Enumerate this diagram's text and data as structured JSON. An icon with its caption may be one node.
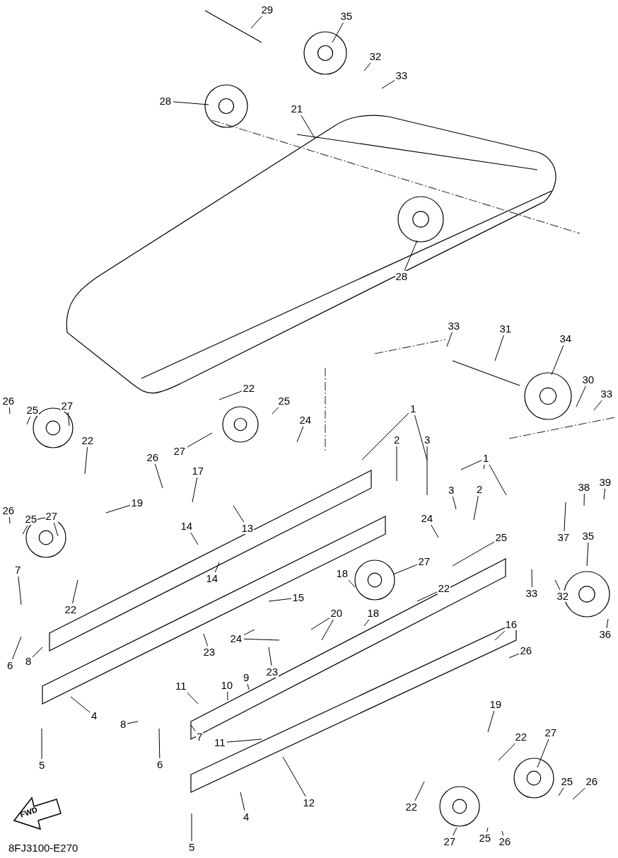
{
  "diagram": {
    "nodes": [
      {
        "text": [
          "29"
        ]
      },
      {
        "text": [
          "35"
        ]
      },
      {
        "text": [
          "32"
        ]
      },
      {
        "text": [
          "33"
        ]
      },
      {
        "text": [
          "28"
        ]
      },
      {
        "text": [
          "21"
        ]
      },
      {
        "text": [
          "28"
        ]
      },
      {
        "text": [
          "33"
        ]
      },
      {
        "text": [
          "31"
        ]
      },
      {
        "text": [
          "34"
        ]
      },
      {
        "text": [
          "30"
        ]
      },
      {
        "text": [
          "33"
        ]
      },
      {
        "text": [
          "26"
        ]
      },
      {
        "text": [
          "25"
        ]
      },
      {
        "text": [
          "27"
        ]
      },
      {
        "text": [
          "22"
        ]
      },
      {
        "text": [
          "25"
        ]
      },
      {
        "text": [
          "24"
        ]
      },
      {
        "text": [
          "1"
        ]
      },
      {
        "text": [
          "2"
        ]
      },
      {
        "text": [
          "3"
        ]
      },
      {
        "text": [
          "1"
        ]
      },
      {
        "text": [
          "22"
        ]
      },
      {
        "text": [
          "27"
        ]
      },
      {
        "text": [
          "26"
        ]
      },
      {
        "text": [
          "17"
        ]
      },
      {
        "text": [
          "3"
        ]
      },
      {
        "text": [
          "2"
        ]
      },
      {
        "text": [
          "38"
        ]
      },
      {
        "text": [
          "39"
        ]
      },
      {
        "text": [
          "26"
        ]
      },
      {
        "text": [
          "25"
        ]
      },
      {
        "text": [
          "27"
        ]
      },
      {
        "text": [
          "19"
        ]
      },
      {
        "text": [
          "14"
        ]
      },
      {
        "text": [
          "13"
        ]
      },
      {
        "text": [
          "24"
        ]
      },
      {
        "text": [
          "25"
        ]
      },
      {
        "text": [
          "37"
        ]
      },
      {
        "text": [
          "35"
        ]
      },
      {
        "text": [
          "27"
        ]
      },
      {
        "text": [
          "7"
        ]
      },
      {
        "text": [
          "14"
        ]
      },
      {
        "text": [
          "18"
        ]
      },
      {
        "text": [
          "15"
        ]
      },
      {
        "text": [
          "22"
        ]
      },
      {
        "text": [
          "33"
        ]
      },
      {
        "text": [
          "32"
        ]
      },
      {
        "text": [
          "22"
        ]
      },
      {
        "text": [
          "20"
        ]
      },
      {
        "text": [
          "36"
        ]
      },
      {
        "text": [
          "24"
        ]
      },
      {
        "text": [
          "23"
        ]
      },
      {
        "text": [
          "18"
        ]
      },
      {
        "text": [
          "16"
        ]
      },
      {
        "text": [
          "26"
        ]
      },
      {
        "text": [
          "6"
        ]
      },
      {
        "text": [
          "8"
        ]
      },
      {
        "text": [
          "23"
        ]
      },
      {
        "text": [
          "11"
        ]
      },
      {
        "text": [
          "10"
        ]
      },
      {
        "text": [
          "9"
        ]
      },
      {
        "text": [
          "19"
        ]
      },
      {
        "text": [
          "4"
        ]
      },
      {
        "text": [
          "8"
        ]
      },
      {
        "text": [
          "22"
        ]
      },
      {
        "text": [
          "27"
        ]
      },
      {
        "text": [
          "6"
        ]
      },
      {
        "text": [
          "7"
        ]
      },
      {
        "text": [
          "11"
        ]
      },
      {
        "text": [
          "5"
        ]
      },
      {
        "text": [
          "25"
        ]
      },
      {
        "text": [
          "26"
        ]
      },
      {
        "text": [
          "12"
        ]
      },
      {
        "text": [
          "22"
        ]
      },
      {
        "text": [
          "4"
        ]
      },
      {
        "text": [
          "27"
        ]
      },
      {
        "text": [
          "25"
        ]
      },
      {
        "text": [
          "26"
        ]
      },
      {
        "text": [
          "5"
        ]
      }
    ],
    "edges": [
      {
        "from": 0,
        "to": null,
        "arrow": "none"
      },
      {
        "from": 1,
        "to": null,
        "arrow": "none"
      },
      {
        "from": 2,
        "to": null,
        "arrow": "none"
      },
      {
        "from": 3,
        "to": null,
        "arrow": "none"
      },
      {
        "from": 4,
        "to": null,
        "arrow": "none"
      },
      {
        "from": 5,
        "to": null,
        "arrow": "none"
      },
      {
        "from": 6,
        "to": null,
        "arrow": "none"
      },
      {
        "from": 7,
        "to": null,
        "arrow": "none"
      },
      {
        "from": 8,
        "to": null,
        "arrow": "none"
      },
      {
        "from": 9,
        "to": null,
        "arrow": "none"
      },
      {
        "from": 10,
        "to": null,
        "arrow": "none"
      },
      {
        "from": 11,
        "to": null,
        "arrow": "none"
      },
      {
        "from": 12,
        "to": null,
        "arrow": "none"
      },
      {
        "from": 13,
        "to": null,
        "arrow": "none"
      },
      {
        "from": 14,
        "to": null,
        "arrow": "none"
      },
      {
        "from": 15,
        "to": null,
        "arrow": "none"
      },
      {
        "from": 16,
        "to": null,
        "arrow": "none"
      },
      {
        "from": 17,
        "to": null,
        "arrow": "none"
      },
      {
        "from": 18,
        "to": null,
        "arrow": "none"
      },
      {
        "from": 18,
        "to": null,
        "arrow": "none"
      },
      {
        "from": 19,
        "to": null,
        "arrow": "none"
      },
      {
        "from": 20,
        "to": null,
        "arrow": "none"
      },
      {
        "from": 21,
        "to": null,
        "arrow": "none"
      },
      {
        "from": 21,
        "to": null,
        "arrow": "none"
      },
      {
        "from": 21,
        "to": null,
        "arrow": "none"
      },
      {
        "from": 22,
        "to": null,
        "arrow": "none"
      },
      {
        "from": 23,
        "to": null,
        "arrow": "none"
      },
      {
        "from": 24,
        "to": null,
        "arrow": "none"
      },
      {
        "from": 25,
        "to": null,
        "arrow": "none"
      },
      {
        "from": 26,
        "to": null,
        "arrow": "none"
      },
      {
        "from": 27,
        "to": null,
        "arrow": "none"
      },
      {
        "from": 28,
        "to": null,
        "arrow": "none"
      },
      {
        "from": 29,
        "to": null,
        "arrow": "none"
      },
      {
        "from": 30,
        "to": null,
        "arrow": "none"
      },
      {
        "from": 31,
        "to": null,
        "arrow": "none"
      },
      {
        "from": 32,
        "to": null,
        "arrow": "none"
      },
      {
        "from": 33,
        "to": null,
        "arrow": "none"
      },
      {
        "from": 34,
        "to": null,
        "arrow": "none"
      },
      {
        "from": 35,
        "to": null,
        "arrow": "none"
      },
      {
        "from": 36,
        "to": null,
        "arrow": "none"
      },
      {
        "from": 37,
        "to": null,
        "arrow": "none"
      },
      {
        "from": 38,
        "to": null,
        "arrow": "none"
      },
      {
        "from": 39,
        "to": null,
        "arrow": "none"
      },
      {
        "from": 40,
        "to": null,
        "arrow": "none"
      },
      {
        "from": 41,
        "to": null,
        "arrow": "none"
      },
      {
        "from": 42,
        "to": null,
        "arrow": "none"
      },
      {
        "from": 43,
        "to": null,
        "arrow": "none"
      },
      {
        "from": 44,
        "to": null,
        "arrow": "none"
      },
      {
        "from": 45,
        "to": null,
        "arrow": "none"
      },
      {
        "from": 46,
        "to": null,
        "arrow": "none"
      },
      {
        "from": 47,
        "to": null,
        "arrow": "none"
      },
      {
        "from": 48,
        "to": null,
        "arrow": "none"
      },
      {
        "from": 49,
        "to": null,
        "arrow": "none"
      },
      {
        "from": 49,
        "to": null,
        "arrow": "none"
      },
      {
        "from": 50,
        "to": null,
        "arrow": "none"
      },
      {
        "from": 51,
        "to": null,
        "arrow": "none"
      },
      {
        "from": 51,
        "to": null,
        "arrow": "none"
      },
      {
        "from": 52,
        "to": null,
        "arrow": "none"
      },
      {
        "from": 53,
        "to": null,
        "arrow": "none"
      },
      {
        "from": 54,
        "to": null,
        "arrow": "none"
      },
      {
        "from": 55,
        "to": null,
        "arrow": "none"
      },
      {
        "from": 56,
        "to": null,
        "arrow": "none"
      },
      {
        "from": 57,
        "to": null,
        "arrow": "none"
      },
      {
        "from": 58,
        "to": null,
        "arrow": "none"
      },
      {
        "from": 59,
        "to": null,
        "arrow": "none"
      },
      {
        "from": 60,
        "to": null,
        "arrow": "none"
      },
      {
        "from": 61,
        "to": null,
        "arrow": "none"
      },
      {
        "from": 62,
        "to": null,
        "arrow": "none"
      },
      {
        "from": 63,
        "to": null,
        "arrow": "none"
      },
      {
        "from": 64,
        "to": null,
        "arrow": "none"
      },
      {
        "from": 65,
        "to": null,
        "arrow": "none"
      },
      {
        "from": 66,
        "to": null,
        "arrow": "none"
      },
      {
        "from": 67,
        "to": null,
        "arrow": "none"
      },
      {
        "from": 68,
        "to": null,
        "arrow": "none"
      },
      {
        "from": 69,
        "to": null,
        "arrow": "none"
      },
      {
        "from": 70,
        "to": null,
        "arrow": "none"
      },
      {
        "from": 71,
        "to": null,
        "arrow": "none"
      },
      {
        "from": 72,
        "to": null,
        "arrow": "none"
      },
      {
        "from": 73,
        "to": null,
        "arrow": "none"
      },
      {
        "from": 74,
        "to": null,
        "arrow": "none"
      },
      {
        "from": 75,
        "to": null,
        "arrow": "none"
      },
      {
        "from": 76,
        "to": null,
        "arrow": "none"
      },
      {
        "from": 77,
        "to": null,
        "arrow": "none"
      },
      {
        "from": 78,
        "to": null,
        "arrow": "none"
      },
      {
        "from": 79,
        "to": null,
        "arrow": "none"
      }
    ],
    "labels": [
      "FWD",
      "8FJ3100-E270"
    ]
  }
}
